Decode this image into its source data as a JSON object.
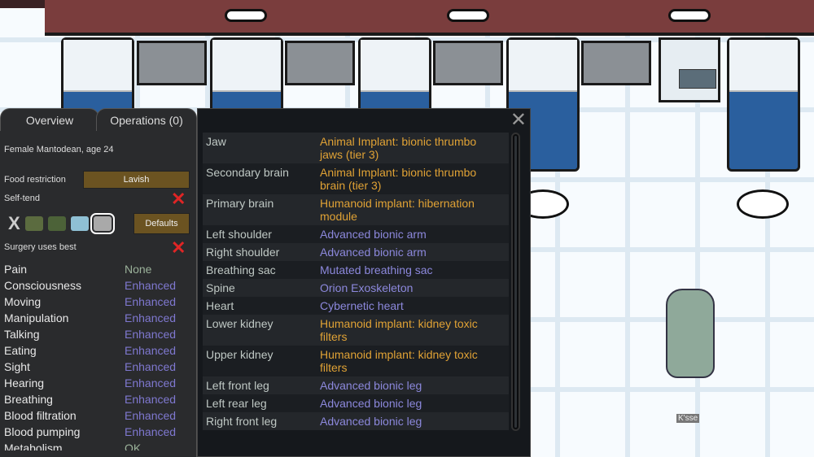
{
  "scene": {
    "pawn_label": "K'sse"
  },
  "tabs": [
    {
      "label": "Overview"
    },
    {
      "label": "Operations (0)"
    }
  ],
  "overview": {
    "description": "Female Mantodean, age 24",
    "food_restriction_label": "Food restriction",
    "food_restriction_value": "Lavish",
    "self_tend_label": "Self-tend",
    "defaults_label": "Defaults",
    "surgery_label": "Surgery uses best",
    "capacities": [
      {
        "name": "Pain",
        "value": "None"
      },
      {
        "name": "Consciousness",
        "value": "Enhanced"
      },
      {
        "name": "Moving",
        "value": "Enhanced"
      },
      {
        "name": "Manipulation",
        "value": "Enhanced"
      },
      {
        "name": "Talking",
        "value": "Enhanced"
      },
      {
        "name": "Eating",
        "value": "Enhanced"
      },
      {
        "name": "Sight",
        "value": "Enhanced"
      },
      {
        "name": "Hearing",
        "value": "Enhanced"
      },
      {
        "name": "Breathing",
        "value": "Enhanced"
      },
      {
        "name": "Blood filtration",
        "value": "Enhanced"
      },
      {
        "name": "Blood pumping",
        "value": "Enhanced"
      },
      {
        "name": "Metabolism",
        "value": "OK"
      }
    ]
  },
  "health": {
    "rows": [
      {
        "part": "Jaw",
        "implant": "Animal Implant: bionic thrumbo jaws (tier 3)",
        "color": "orange"
      },
      {
        "part": "Secondary brain",
        "implant": "Animal Implant: bionic thrumbo brain (tier 3)",
        "color": "orange"
      },
      {
        "part": "Primary brain",
        "implant": "Humanoid implant: hibernation module",
        "color": "orange"
      },
      {
        "part": "Left shoulder",
        "implant": "Advanced bionic arm",
        "color": "purple"
      },
      {
        "part": "Right shoulder",
        "implant": "Advanced bionic arm",
        "color": "purple"
      },
      {
        "part": "Breathing sac",
        "implant": "Mutated breathing sac",
        "color": "purple"
      },
      {
        "part": "Spine",
        "implant": "Orion Exoskeleton",
        "color": "purple"
      },
      {
        "part": "Heart",
        "implant": "Cybernetic heart",
        "color": "purple"
      },
      {
        "part": "Lower kidney",
        "implant": "Humanoid implant: kidney toxic filters",
        "color": "orange"
      },
      {
        "part": "Upper kidney",
        "implant": "Humanoid implant: kidney toxic filters",
        "color": "orange"
      },
      {
        "part": "Left front leg",
        "implant": "Advanced bionic leg",
        "color": "purple"
      },
      {
        "part": "Left rear leg",
        "implant": "Advanced bionic leg",
        "color": "purple"
      },
      {
        "part": "Right front leg",
        "implant": "Advanced bionic leg",
        "color": "purple"
      }
    ]
  }
}
